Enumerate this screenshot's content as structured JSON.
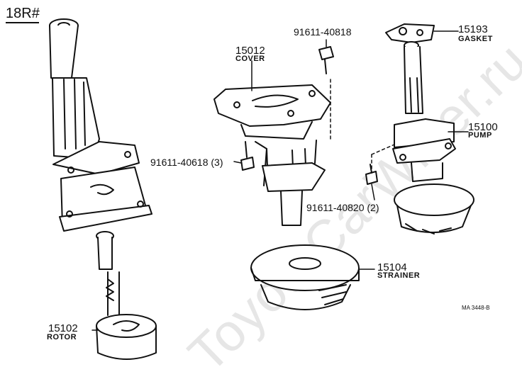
{
  "diagram": {
    "engine_code": "18R#",
    "watermark": "ToyotaCarWiner.ru",
    "figure_code": "MA 3448-B",
    "parts": [
      {
        "number": "15012",
        "name": "COVER"
      },
      {
        "number": "15193",
        "name": "GASKET"
      },
      {
        "number": "15100",
        "name": "PUMP"
      },
      {
        "number": "15104",
        "name": "STRAINER"
      },
      {
        "number": "15102",
        "name": "ROTOR"
      }
    ],
    "bolts": [
      {
        "label": "91611-40818"
      },
      {
        "label": "91611-40618 (3)"
      },
      {
        "label": "91611-40820 (2)"
      }
    ],
    "colors": {
      "ink": "#111111",
      "watermark": "#e6e6e6",
      "background": "#ffffff"
    }
  }
}
